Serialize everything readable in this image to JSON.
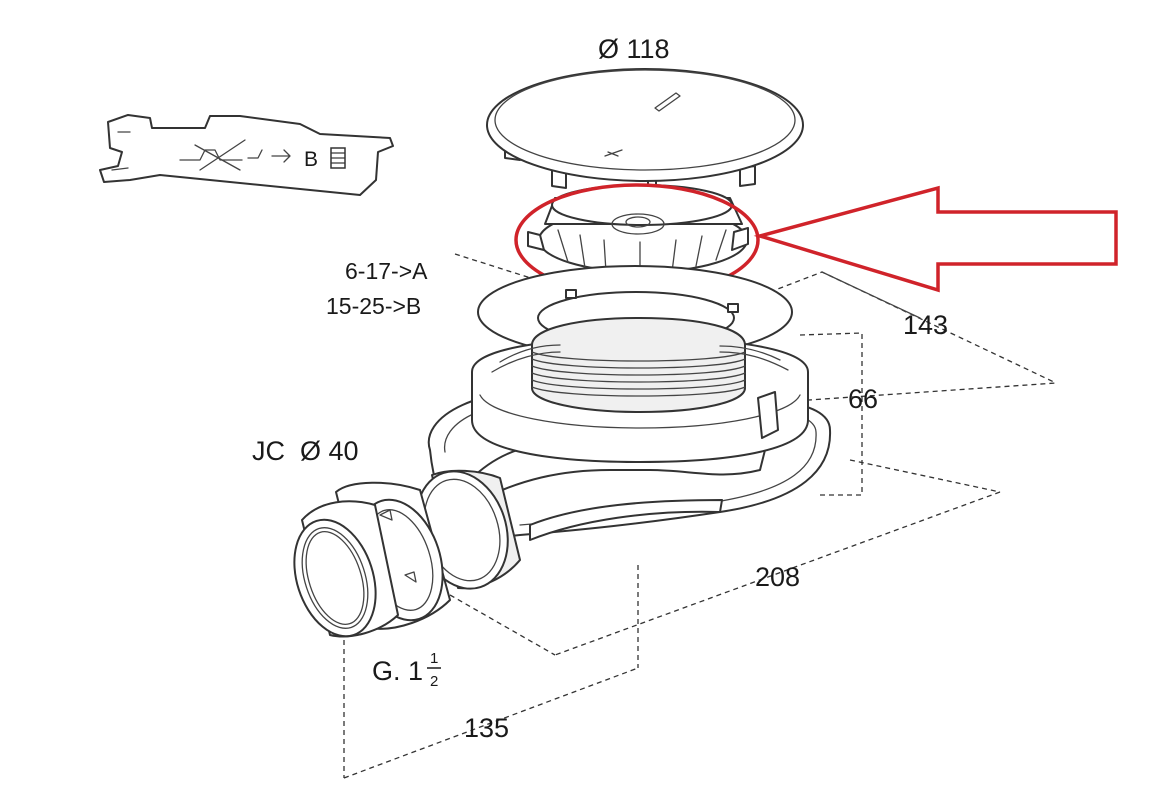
{
  "labels": {
    "cover_diameter": "Ø 118",
    "dim_width": "143",
    "dim_height": "66",
    "dim_length": "208",
    "dim_outlet": "135",
    "thickness_a": "6-17->A",
    "thickness_b": "15-25->B",
    "outlet_diameter": "JC  Ø 40",
    "thread_prefix": "G. 1",
    "thread_num": "1",
    "thread_den": "2",
    "tool_letter": "B"
  },
  "colors": {
    "line": "#333333",
    "highlight": "#d0232a",
    "background": "#ffffff"
  },
  "icons": {
    "callout": "red-arrow-icon",
    "tool": "key-tool-icon"
  }
}
